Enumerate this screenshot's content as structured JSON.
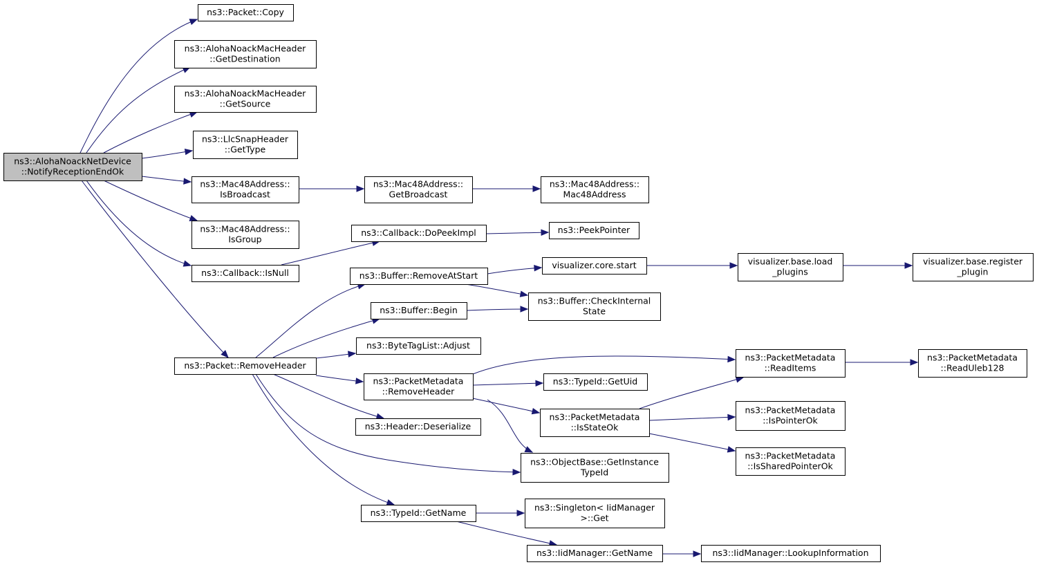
{
  "graph": {
    "nodes": [
      {
        "id": "n0",
        "lines": [
          "ns3::AlohaNoackNetDevice",
          "::NotifyReceptionEndOk"
        ],
        "root": true
      },
      {
        "id": "n1",
        "lines": [
          "ns3::Packet::Copy"
        ]
      },
      {
        "id": "n2",
        "lines": [
          "ns3::AlohaNoackMacHeader",
          "::GetDestination"
        ]
      },
      {
        "id": "n3",
        "lines": [
          "ns3::AlohaNoackMacHeader",
          "::GetSource"
        ]
      },
      {
        "id": "n4",
        "lines": [
          "ns3::LlcSnapHeader",
          "::GetType"
        ]
      },
      {
        "id": "n5",
        "lines": [
          "ns3::Mac48Address::",
          "IsBroadcast"
        ]
      },
      {
        "id": "n6",
        "lines": [
          "ns3::Mac48Address::",
          "IsGroup"
        ]
      },
      {
        "id": "n7",
        "lines": [
          "ns3::Callback::IsNull"
        ]
      },
      {
        "id": "n8",
        "lines": [
          "ns3::Packet::RemoveHeader"
        ]
      },
      {
        "id": "n9",
        "lines": [
          "ns3::Mac48Address::",
          "GetBroadcast"
        ]
      },
      {
        "id": "n10",
        "lines": [
          "ns3::Mac48Address::",
          "Mac48Address"
        ]
      },
      {
        "id": "n11",
        "lines": [
          "ns3::Callback::DoPeekImpl"
        ]
      },
      {
        "id": "n12",
        "lines": [
          "ns3::PeekPointer"
        ]
      },
      {
        "id": "n13",
        "lines": [
          "ns3::Buffer::RemoveAtStart"
        ]
      },
      {
        "id": "n14",
        "lines": [
          "visualizer.core.start"
        ]
      },
      {
        "id": "n15",
        "lines": [
          "visualizer.base.load",
          "_plugins"
        ]
      },
      {
        "id": "n16",
        "lines": [
          "visualizer.base.register",
          "_plugin"
        ]
      },
      {
        "id": "n17",
        "lines": [
          "ns3::Buffer::CheckInternal",
          "State"
        ]
      },
      {
        "id": "n18",
        "lines": [
          "ns3::Buffer::Begin"
        ]
      },
      {
        "id": "n19",
        "lines": [
          "ns3::ByteTagList::Adjust"
        ]
      },
      {
        "id": "n20",
        "lines": [
          "ns3::PacketMetadata",
          "::RemoveHeader"
        ]
      },
      {
        "id": "n21",
        "lines": [
          "ns3::PacketMetadata",
          "::ReadItems"
        ]
      },
      {
        "id": "n22",
        "lines": [
          "ns3::PacketMetadata",
          "::ReadUleb128"
        ]
      },
      {
        "id": "n23",
        "lines": [
          "ns3::TypeId::GetUid"
        ]
      },
      {
        "id": "n24",
        "lines": [
          "ns3::PacketMetadata",
          "::IsStateOk"
        ]
      },
      {
        "id": "n25",
        "lines": [
          "ns3::PacketMetadata",
          "::IsPointerOk"
        ]
      },
      {
        "id": "n26",
        "lines": [
          "ns3::PacketMetadata",
          "::IsSharedPointerOk"
        ]
      },
      {
        "id": "n27",
        "lines": [
          "ns3::Header::Deserialize"
        ]
      },
      {
        "id": "n28",
        "lines": [
          "ns3::ObjectBase::GetInstance",
          "TypeId"
        ]
      },
      {
        "id": "n29",
        "lines": [
          "ns3::TypeId::GetName"
        ]
      },
      {
        "id": "n30",
        "lines": [
          "ns3::Singleton< IidManager",
          " >::Get"
        ]
      },
      {
        "id": "n31",
        "lines": [
          "ns3::IidManager::GetName"
        ]
      },
      {
        "id": "n32",
        "lines": [
          "ns3::IidManager::LookupInformation"
        ]
      }
    ],
    "edges": [
      {
        "from": "n0",
        "to": "n1"
      },
      {
        "from": "n0",
        "to": "n2"
      },
      {
        "from": "n0",
        "to": "n3"
      },
      {
        "from": "n0",
        "to": "n4"
      },
      {
        "from": "n0",
        "to": "n5"
      },
      {
        "from": "n0",
        "to": "n6"
      },
      {
        "from": "n0",
        "to": "n7"
      },
      {
        "from": "n0",
        "to": "n8"
      },
      {
        "from": "n5",
        "to": "n9"
      },
      {
        "from": "n9",
        "to": "n10"
      },
      {
        "from": "n7",
        "to": "n11"
      },
      {
        "from": "n11",
        "to": "n12"
      },
      {
        "from": "n8",
        "to": "n13"
      },
      {
        "from": "n8",
        "to": "n18"
      },
      {
        "from": "n8",
        "to": "n19"
      },
      {
        "from": "n8",
        "to": "n20"
      },
      {
        "from": "n8",
        "to": "n27"
      },
      {
        "from": "n8",
        "to": "n28"
      },
      {
        "from": "n8",
        "to": "n29"
      },
      {
        "from": "n13",
        "to": "n14"
      },
      {
        "from": "n13",
        "to": "n17"
      },
      {
        "from": "n14",
        "to": "n15"
      },
      {
        "from": "n15",
        "to": "n16"
      },
      {
        "from": "n18",
        "to": "n17"
      },
      {
        "from": "n20",
        "to": "n21"
      },
      {
        "from": "n20",
        "to": "n23"
      },
      {
        "from": "n20",
        "to": "n24"
      },
      {
        "from": "n20",
        "to": "n28"
      },
      {
        "from": "n21",
        "to": "n22"
      },
      {
        "from": "n24",
        "to": "n21"
      },
      {
        "from": "n24",
        "to": "n25"
      },
      {
        "from": "n24",
        "to": "n26"
      },
      {
        "from": "n29",
        "to": "n30"
      },
      {
        "from": "n29",
        "to": "n31"
      },
      {
        "from": "n31",
        "to": "n32"
      }
    ],
    "colors": {
      "edge": "#191970",
      "root_fill": "#bfbfbf",
      "node_fill": "#ffffff",
      "border": "#000000"
    }
  }
}
